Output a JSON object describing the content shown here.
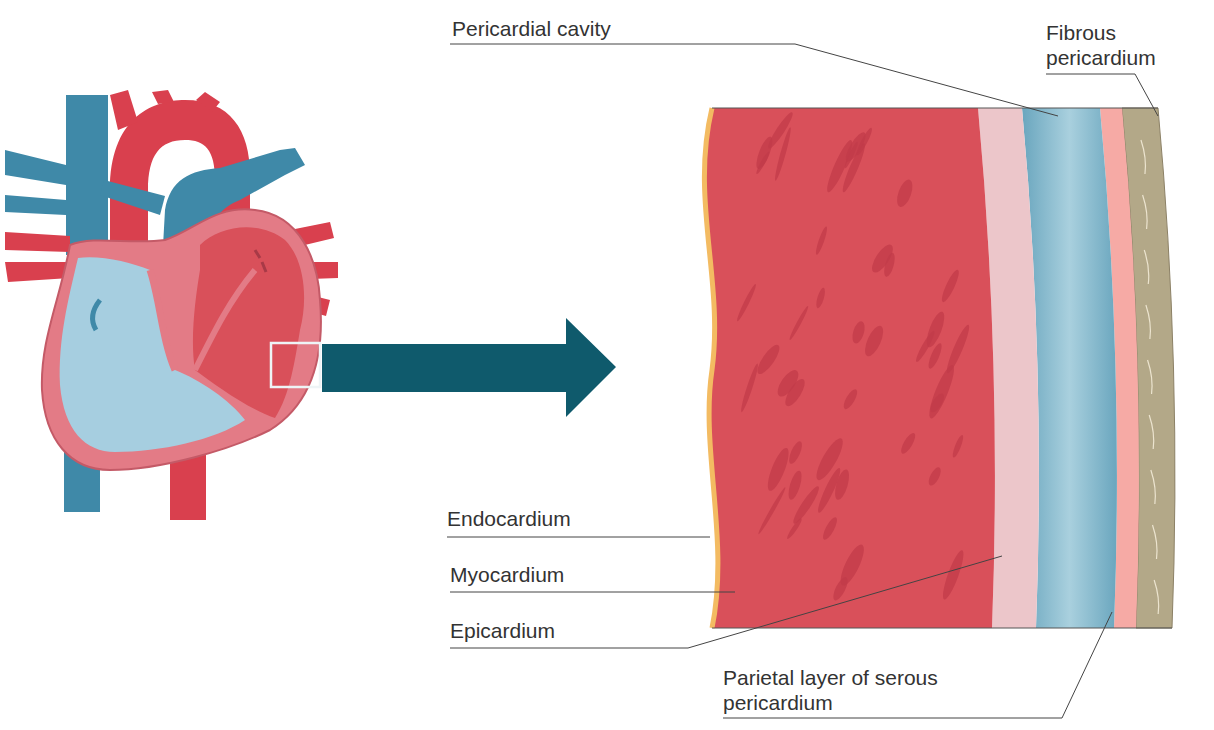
{
  "diagram": {
    "labels": [
      "Pericardial cavity",
      "Fibrous pericardium",
      "Endocardium",
      "Myocardium",
      "Epicardium",
      "Parietal layer of serous pericardium"
    ]
  }
}
